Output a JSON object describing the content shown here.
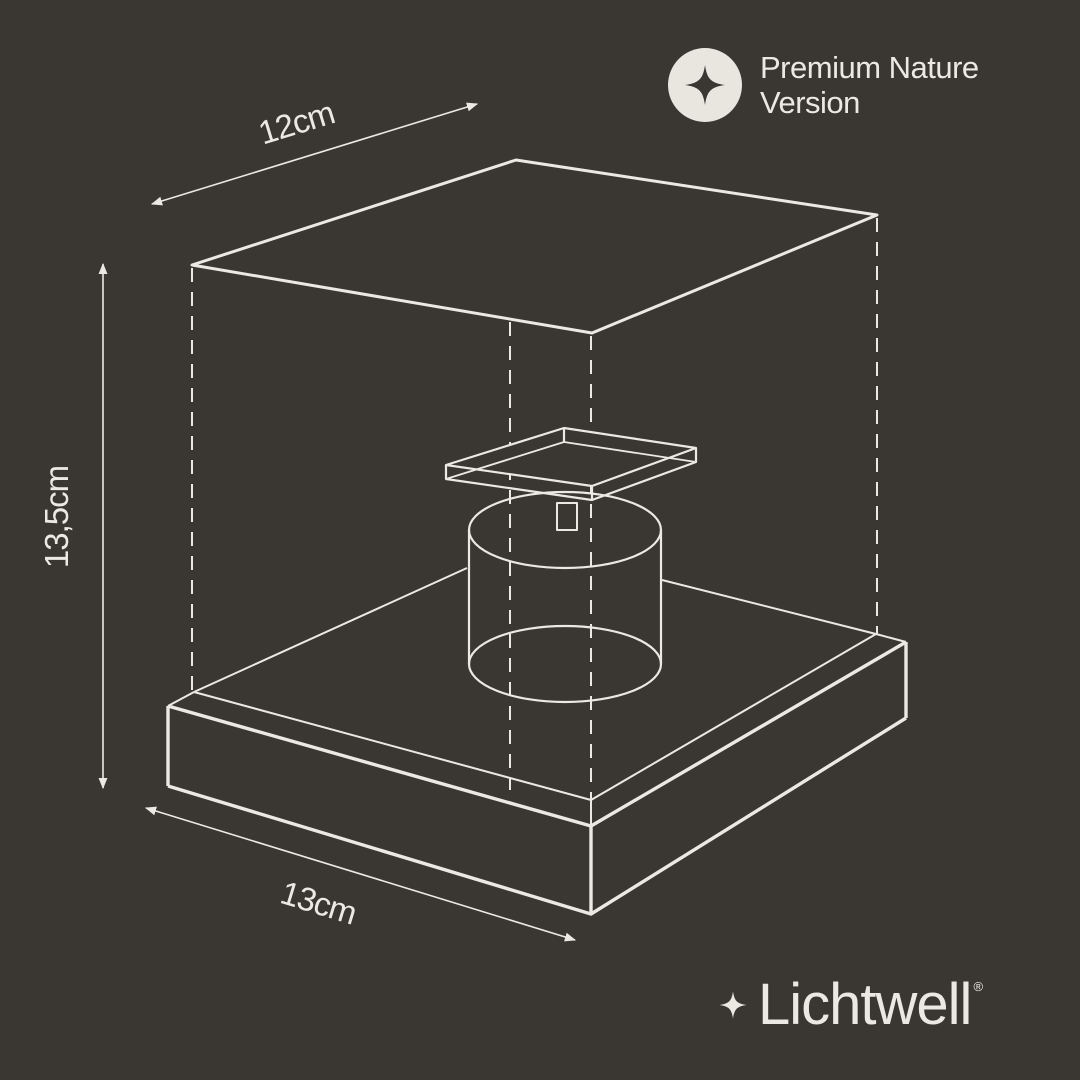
{
  "badge": {
    "icon": "four-point-star-icon",
    "line1": "Premium Nature",
    "line2": "Version"
  },
  "dimensions": {
    "depth": "12cm",
    "height": "13,5cm",
    "width": "13cm"
  },
  "brand": {
    "icon": "four-point-star-icon",
    "name": "Lichtwell",
    "registered": "®"
  },
  "colors": {
    "background": "#3a3632",
    "line": "#ece9e2",
    "badge_fill": "#e9e6df"
  }
}
